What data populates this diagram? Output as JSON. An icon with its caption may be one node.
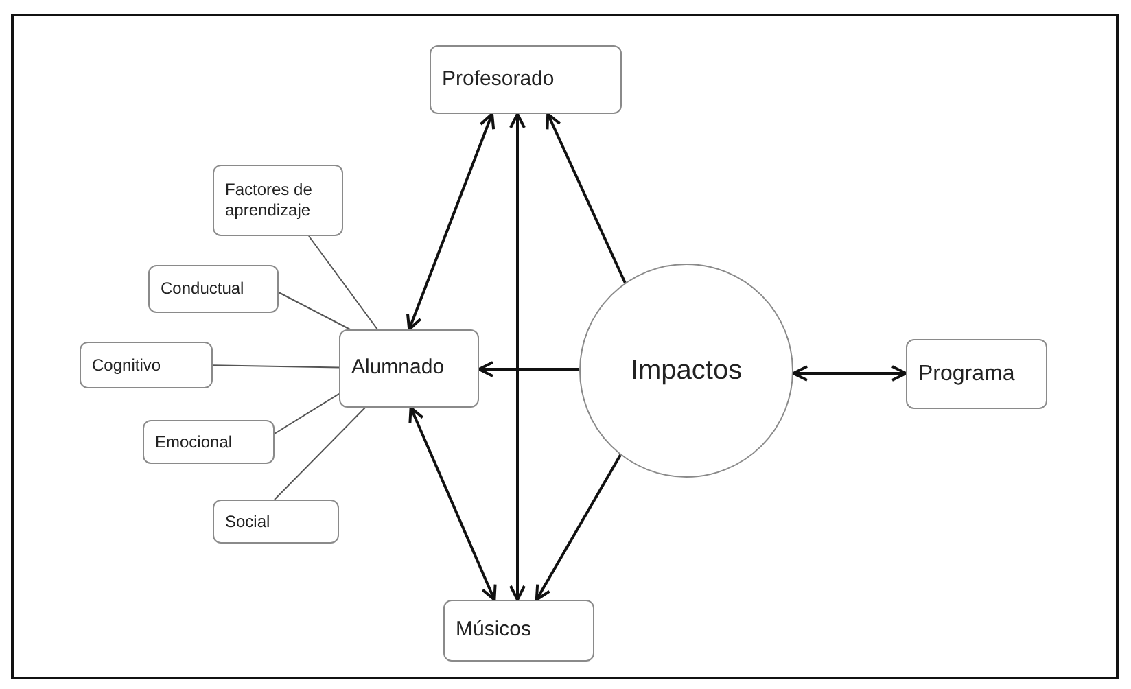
{
  "diagram": {
    "nodes": [
      {
        "text": [
          "Profesorado"
        ]
      },
      {
        "text": [
          "Factores de aprendizaje"
        ]
      },
      {
        "text": [
          "Conductual"
        ]
      },
      {
        "text": [
          "Alumnado"
        ]
      },
      {
        "text": [
          "Cognitivo"
        ]
      },
      {
        "text": [
          "Impactos"
        ]
      },
      {
        "text": [
          "Programa"
        ]
      },
      {
        "text": [
          "Emocional"
        ]
      },
      {
        "text": [
          "Social"
        ]
      },
      {
        "text": [
          "Músicos"
        ]
      }
    ],
    "edges": [
      {
        "from": 3,
        "to": 0,
        "arrow": "both"
      },
      {
        "from": 0,
        "to": 9,
        "arrow": "both"
      },
      {
        "from": 5,
        "to": 0,
        "arrow": "to"
      },
      {
        "from": 5,
        "to": 3,
        "arrow": "to"
      },
      {
        "from": 5,
        "to": 6,
        "arrow": "both"
      },
      {
        "from": 3,
        "to": 9,
        "arrow": "both"
      },
      {
        "from": 5,
        "to": 9,
        "arrow": "to"
      },
      {
        "from": 1,
        "to": 3,
        "arrow": "none"
      },
      {
        "from": 2,
        "to": 3,
        "arrow": "none"
      },
      {
        "from": 4,
        "to": 3,
        "arrow": "none"
      },
      {
        "from": 7,
        "to": 3,
        "arrow": "none"
      },
      {
        "from": 8,
        "to": 3,
        "arrow": "none"
      }
    ]
  }
}
